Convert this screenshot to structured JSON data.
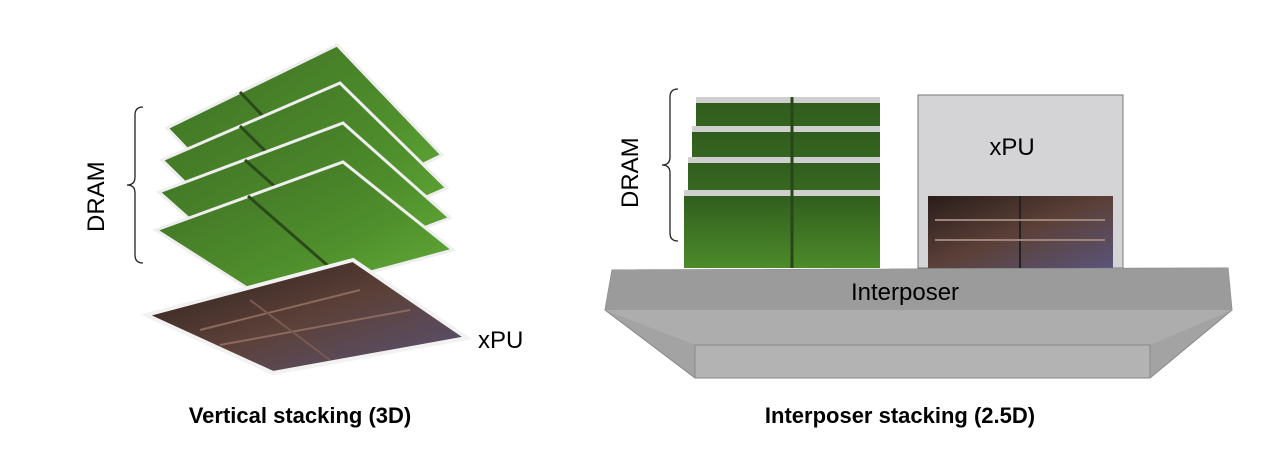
{
  "left_panel": {
    "dram_label": "DRAM",
    "xpu_label": "xPU",
    "caption": "Vertical stacking (3D)"
  },
  "right_panel": {
    "dram_label": "DRAM",
    "xpu_label": "xPU",
    "interposer_label": "Interposer",
    "caption": "Interposer stacking (2.5D)"
  },
  "colors": {
    "dram_green": "#4f8a2c",
    "die_dark": "#3b2a26",
    "interposer_gray": "#9a9a9a",
    "xpu_box_gray": "#d4d4d6"
  }
}
